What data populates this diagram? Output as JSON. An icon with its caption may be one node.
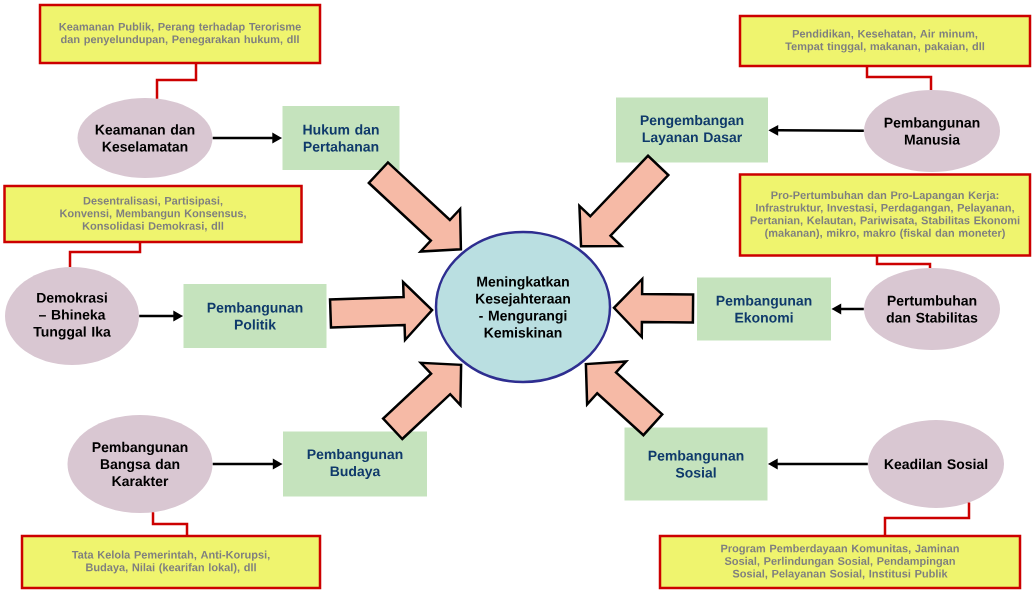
{
  "diagram": {
    "nodes": [
      {
        "text": [
          "Keamanan Publik, Perang terhadap Terorisme dan penyelundupan, Penegarakan hukum, dll"
        ]
      },
      {
        "text": [
          "Keamanan dan Keselamatan"
        ]
      },
      {
        "text": [
          "Hukum dan Pertahanan"
        ]
      },
      {
        "text": [
          "Pendidikan, Kesehatan, Air minum, Tempat tinggal, makanan, pakaian, dll"
        ]
      },
      {
        "text": [
          "Pengembangan Layanan Dasar"
        ]
      },
      {
        "text": [
          "Pembangunan Manusia"
        ]
      },
      {
        "text": [
          "Desentralisasi, Partisipasi, Konvensi, Membangun Konsensus, Konsolidasi Demokrasi, dll"
        ]
      },
      {
        "text": [
          "Pro-Pertumbuhan dan Pro-Lapangan Kerja: Infrastruktur, Investasi, Perdagangan, Pelayanan, Pertanian, Kelautan, Pariwisata, Stabilitas Ekonomi (makanan), mikro, makro (fiskal dan moneter)"
        ]
      },
      {
        "text": [
          "Meningkatkan Kesejahteraan - Mengurangi Kemiskinan"
        ]
      },
      {
        "text": [
          "Demokrasi – Bhineka Tunggal Ika"
        ]
      },
      {
        "text": [
          "Pembangunan Politik"
        ]
      },
      {
        "text": [
          "Pembangunan Ekonomi"
        ]
      },
      {
        "text": [
          "Pertumbuhan dan Stabilitas"
        ]
      },
      {
        "text": [
          "Pembangunan Bangsa dan Karakter"
        ]
      },
      {
        "text": [
          "Pembangunan Budaya"
        ]
      },
      {
        "text": [
          "Pembangunan Sosial"
        ]
      },
      {
        "text": [
          "Keadilan Sosial"
        ]
      },
      {
        "text": [
          "Tata Kelola Pemerintah, Anti-Korupsi, Budaya, Nilai (kearifan lokal), dll"
        ]
      },
      {
        "text": [
          "Program Pemberdayaan Komunitas, Jaminan Sosial, Perlindungan Sosial, Pendampingan Sosial, Pelayanan Sosial, Institusi Publik"
        ]
      }
    ],
    "edges": [
      {
        "from": 0,
        "to": 1,
        "arrow": "none",
        "color": "#cc0000"
      },
      {
        "from": 3,
        "to": 5,
        "arrow": "none",
        "color": "#cc0000"
      },
      {
        "from": 6,
        "to": 9,
        "arrow": "none",
        "color": "#cc0000"
      },
      {
        "from": 7,
        "to": 12,
        "arrow": "none",
        "color": "#cc0000"
      },
      {
        "from": 13,
        "to": 17,
        "arrow": "none",
        "color": "#cc0000"
      },
      {
        "from": 16,
        "to": 18,
        "arrow": "none",
        "color": "#cc0000"
      },
      {
        "from": 1,
        "to": 2,
        "arrow": "to",
        "color": "#000000"
      },
      {
        "from": 5,
        "to": 4,
        "arrow": "to",
        "color": "#000000"
      },
      {
        "from": 9,
        "to": 10,
        "arrow": "to",
        "color": "#000000"
      },
      {
        "from": 12,
        "to": 11,
        "arrow": "to",
        "color": "#000000"
      },
      {
        "from": 13,
        "to": 14,
        "arrow": "to",
        "color": "#000000"
      },
      {
        "from": 16,
        "to": 15,
        "arrow": "to",
        "color": "#000000"
      },
      {
        "from": 2,
        "to": 8,
        "arrow": "to",
        "style": "thick"
      },
      {
        "from": 4,
        "to": 8,
        "arrow": "to",
        "style": "thick"
      },
      {
        "from": 10,
        "to": 8,
        "arrow": "to",
        "style": "thick"
      },
      {
        "from": 11,
        "to": 8,
        "arrow": "to",
        "style": "thick"
      },
      {
        "from": 14,
        "to": 8,
        "arrow": "to",
        "style": "thick"
      },
      {
        "from": 15,
        "to": 8,
        "arrow": "to",
        "style": "thick"
      }
    ]
  }
}
